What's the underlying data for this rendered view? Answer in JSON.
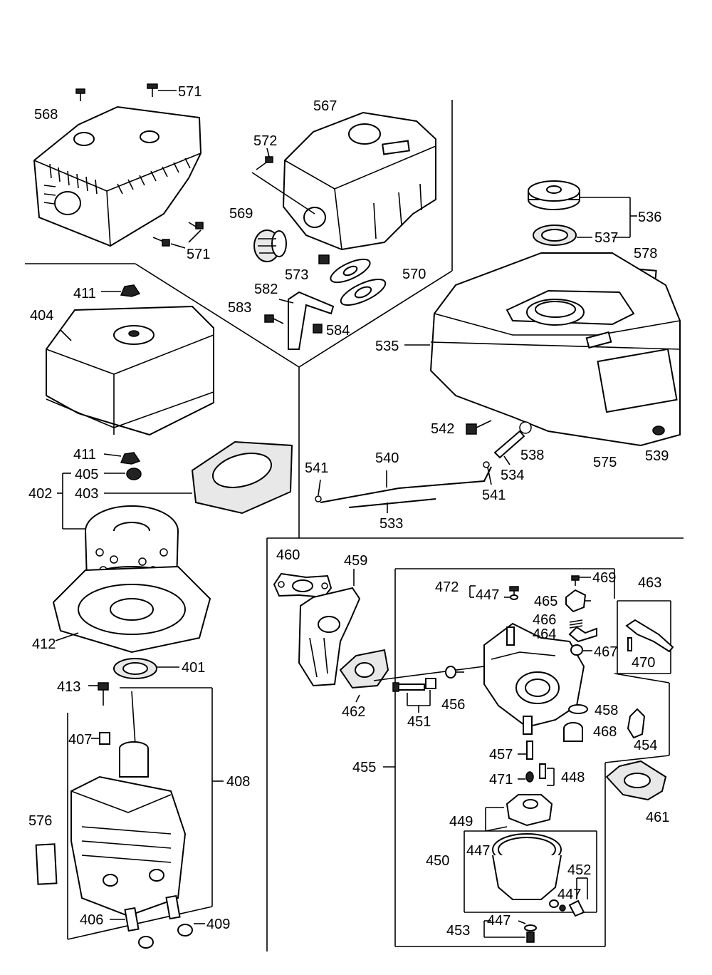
{
  "diagram": {
    "labels": {
      "p568": "568",
      "p571a": "571",
      "p571b": "571",
      "p567": "567",
      "p572": "572",
      "p569": "569",
      "p573": "573",
      "p570": "570",
      "p582": "582",
      "p583": "583",
      "p584": "584",
      "p536": "536",
      "p537": "537",
      "p578": "578",
      "p535": "535",
      "p542": "542",
      "p538": "538",
      "p539": "539",
      "p575": "575",
      "p534": "534",
      "p540": "540",
      "p541a": "541",
      "p541b": "541",
      "p533": "533",
      "p411a": "411",
      "p404": "404",
      "p411b": "411",
      "p405": "405",
      "p402": "402",
      "p403": "403",
      "p412": "412",
      "p401": "401",
      "p413": "413",
      "p407": "407",
      "p408": "408",
      "p576": "576",
      "p406": "406",
      "p409": "409",
      "p460": "460",
      "p459": "459",
      "p462": "462",
      "p472": "472",
      "p447a": "447",
      "p469": "469",
      "p465": "465",
      "p466": "466",
      "p464": "464",
      "p467": "467",
      "p463": "463",
      "p470": "470",
      "p451": "451",
      "p456": "456",
      "p458": "458",
      "p468": "468",
      "p454": "454",
      "p455": "455",
      "p457": "457",
      "p471": "471",
      "p448": "448",
      "p461": "461",
      "p449": "449",
      "p450": "450",
      "p447b": "447",
      "p452": "452",
      "p447c": "447",
      "p453": "453",
      "p447d": "447"
    }
  }
}
